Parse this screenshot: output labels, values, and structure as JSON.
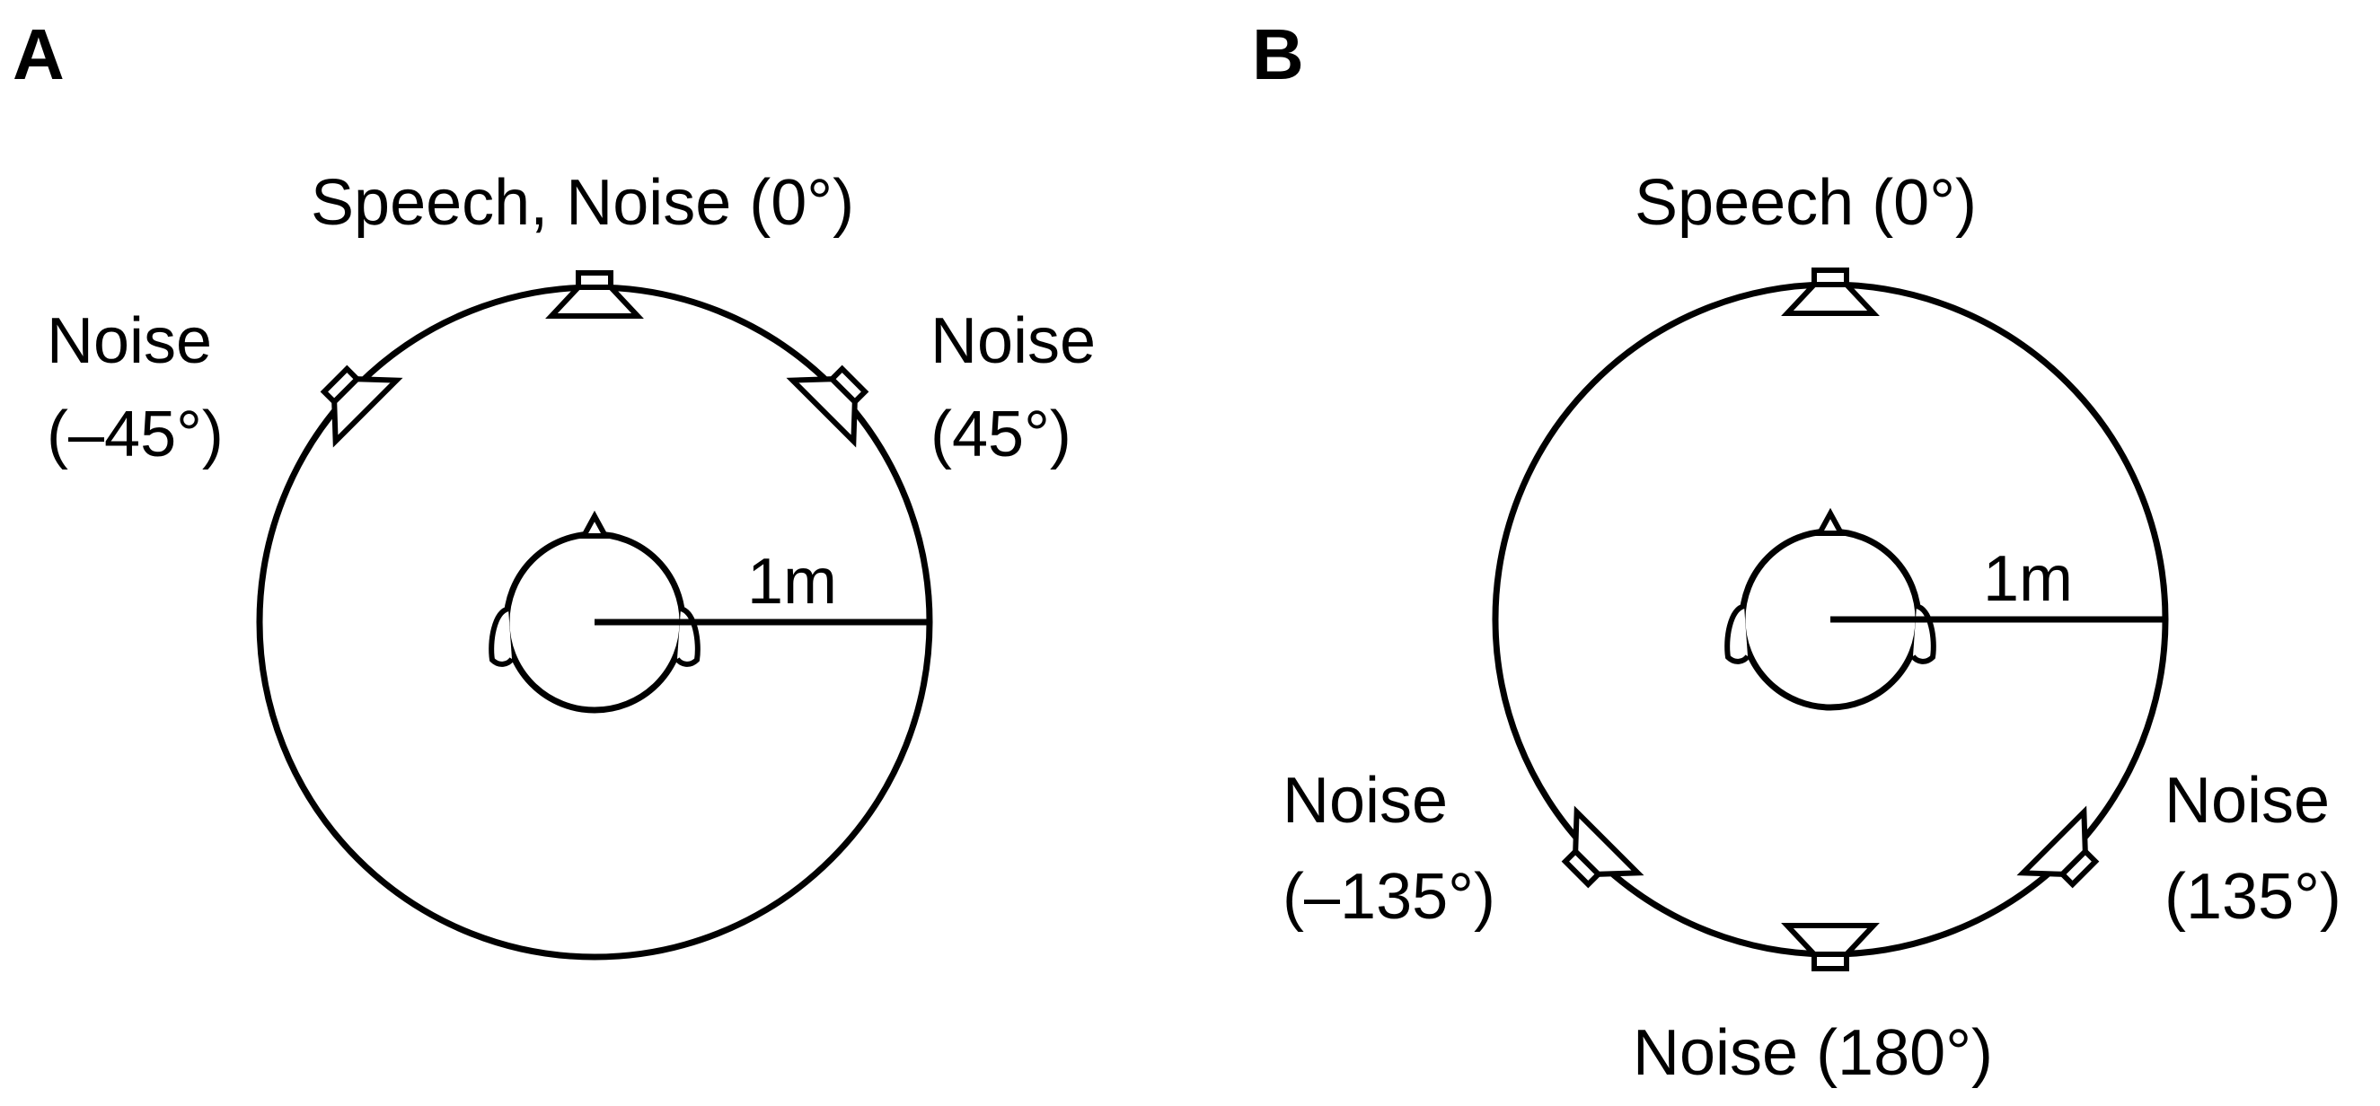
{
  "panels": [
    {
      "letter": "A",
      "radius_label": "1m",
      "speakers": [
        {
          "angle_deg": 0,
          "label_lines": [
            "Speech, Noise (0°)"
          ]
        },
        {
          "angle_deg": -45,
          "label_lines": [
            "Noise",
            "(–45°)"
          ]
        },
        {
          "angle_deg": 45,
          "label_lines": [
            "Noise",
            "(45°)"
          ]
        }
      ]
    },
    {
      "letter": "B",
      "radius_label": "1m",
      "speakers": [
        {
          "angle_deg": 0,
          "label_lines": [
            "Speech (0°)"
          ]
        },
        {
          "angle_deg": -135,
          "label_lines": [
            "Noise",
            "(–135°)"
          ]
        },
        {
          "angle_deg": 135,
          "label_lines": [
            "Noise",
            "(135°)"
          ]
        },
        {
          "angle_deg": 180,
          "label_lines": [
            "Noise (180°)"
          ]
        }
      ]
    }
  ]
}
